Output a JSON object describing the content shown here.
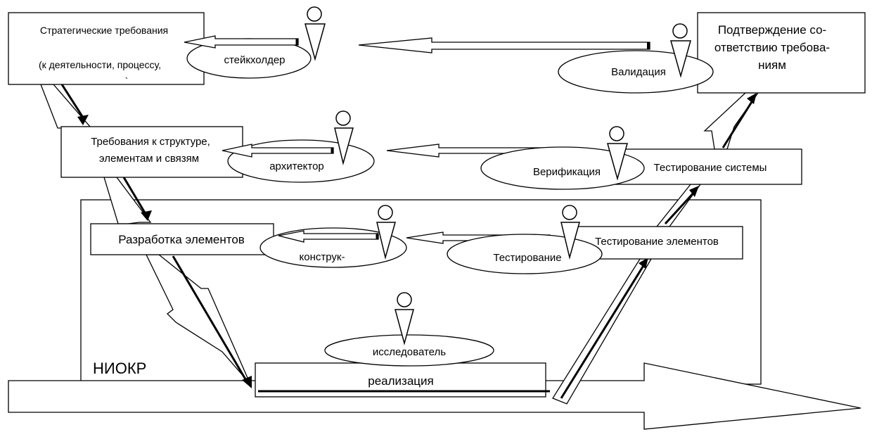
{
  "boxes": {
    "strategic_line1": "Стратегические требования",
    "strategic_line2": "(к деятельности, процессу,",
    "strategic_line3": "`",
    "structure_line1": "Требования к структуре,",
    "structure_line2": "элементам и связям",
    "elements_dev": "Разработка элементов",
    "realization": "реализация",
    "elements_test": "Тестирование элементов",
    "system_test": "Тестирование системы",
    "confirm_line1": "Подтверждение со-",
    "confirm_line2": "ответствию требова-",
    "confirm_line3": "ниям"
  },
  "frame_label": "НИОКР",
  "roles": {
    "stakeholder": "стейкхолдер",
    "architect": "архитектор",
    "designer": "конструк-",
    "researcher": "исследователь",
    "testing": "Тестирование",
    "verification": "Верификация",
    "validation": "Валидация"
  }
}
